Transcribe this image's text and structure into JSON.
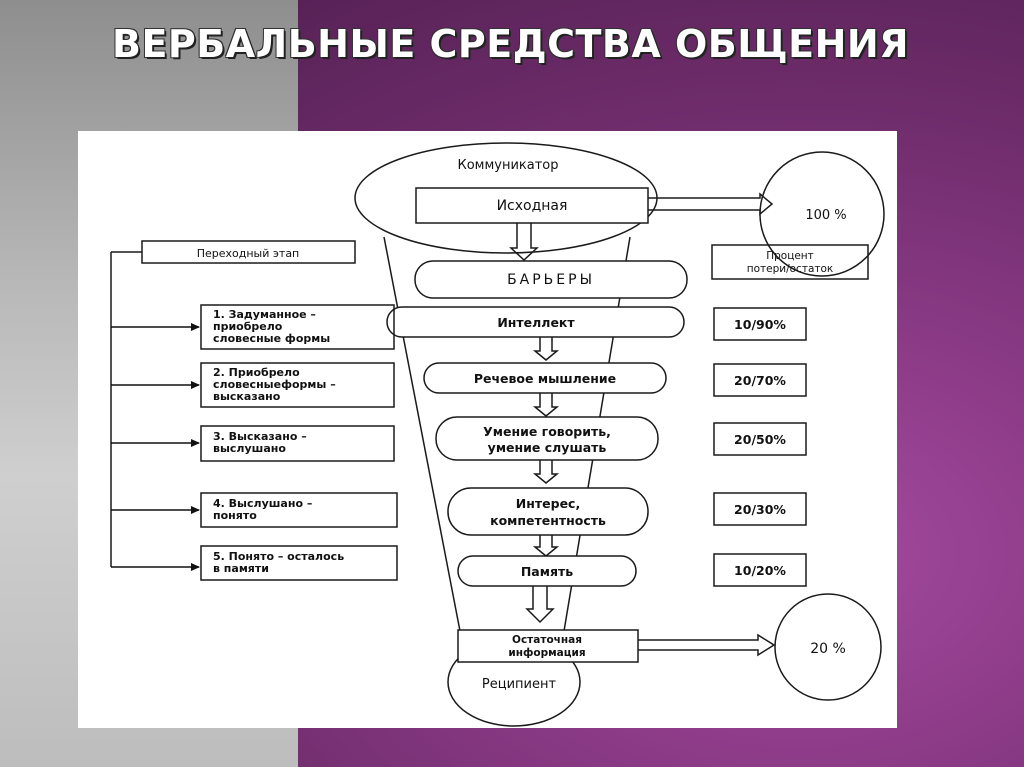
{
  "title": "ВЕРБАЛЬНЫЕ СРЕДСТВА ОБЩЕНИЯ",
  "diagram": {
    "communicator": "Коммуникатор",
    "source": "Исходная",
    "hundred": "100 %",
    "barriers": "БАРЬЕРЫ",
    "transition_label": "Переходный этап",
    "percent_header": [
      "Процент",
      "потери/остаток"
    ],
    "stages": [
      {
        "lines": [
          "1. Задуманное –",
          "приобрело",
          "словесные формы"
        ]
      },
      {
        "lines": [
          "2. Приобрело",
          "словесныеформы –",
          "высказано"
        ]
      },
      {
        "lines": [
          "3. Высказано –",
          "выслушано"
        ]
      },
      {
        "lines": [
          "4. Выслушано –",
          "понято"
        ]
      },
      {
        "lines": [
          "5. Понято – осталось",
          "в памяти"
        ]
      }
    ],
    "barrier_items": [
      {
        "lines": [
          "Интеллект"
        ]
      },
      {
        "lines": [
          "Речевое мышление"
        ]
      },
      {
        "lines": [
          "Умение говорить,",
          "умение слушать"
        ]
      },
      {
        "lines": [
          "Интерес,",
          "компетентность"
        ]
      },
      {
        "lines": [
          "Память"
        ]
      }
    ],
    "percentages": [
      "10/90%",
      "20/70%",
      "20/50%",
      "20/30%",
      "10/20%"
    ],
    "residual": [
      "Остаточная",
      "информация"
    ],
    "recipient": "Реципиент",
    "twenty": "20 %"
  }
}
